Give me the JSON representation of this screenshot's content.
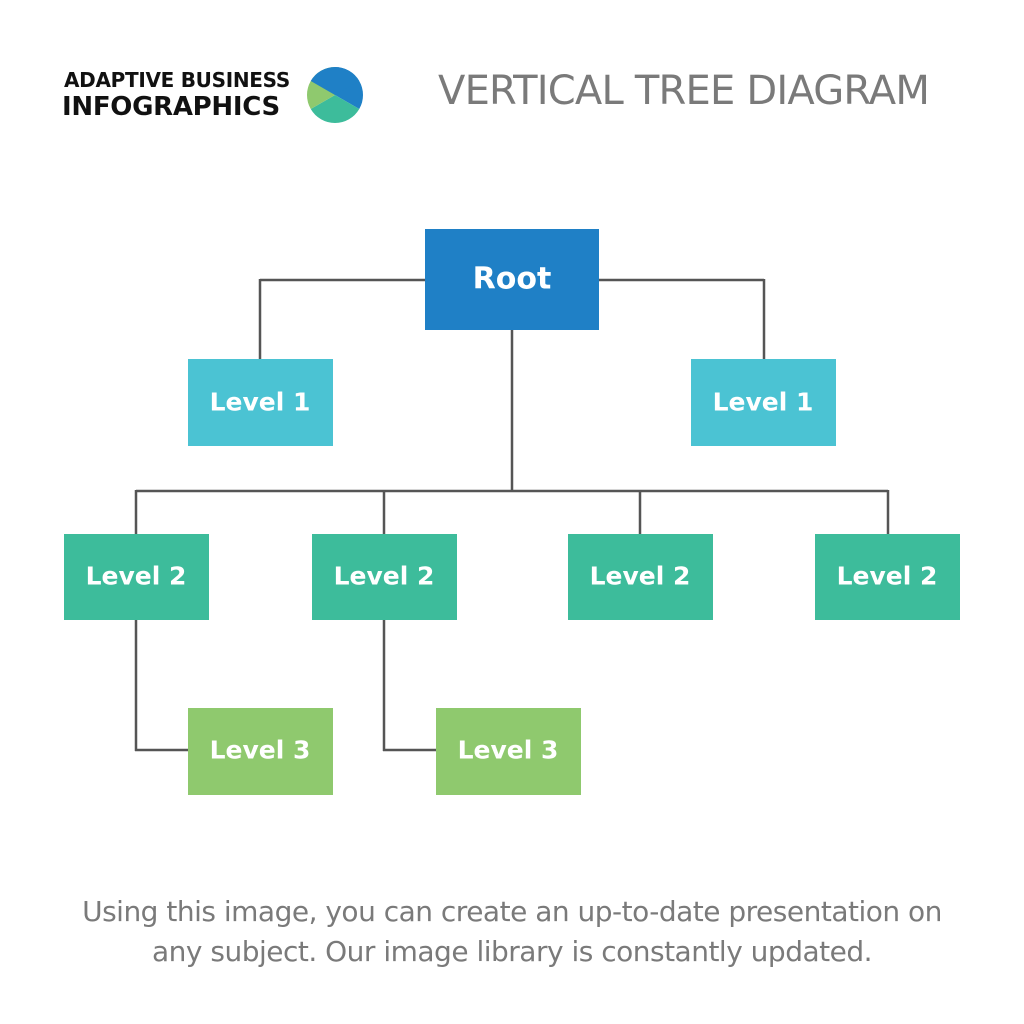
{
  "header": {
    "brand_line1": "ADAPTIVE BUSINESS",
    "brand_line2": "INFOGRAPHICS",
    "logo_icon": "pie-cube-logo-icon",
    "title": "VERTICAL TREE DIAGRAM"
  },
  "diagram": {
    "nodes": {
      "root": "Root",
      "level1_left": "Level 1",
      "level1_right": "Level 1",
      "level2_a": "Level 2",
      "level2_b": "Level 2",
      "level2_c": "Level 2",
      "level2_d": "Level 2",
      "level3_a": "Level 3",
      "level3_b": "Level 3"
    },
    "colors": {
      "root": "#1f80c6",
      "level1": "#4bc3d3",
      "level2": "#3dbc9b",
      "level3": "#8fc96e",
      "connector": "#555555"
    }
  },
  "footer": {
    "line1": "Using this image, you can create an up-to-date presentation on",
    "line2": "any subject. Our image library is constantly updated."
  }
}
